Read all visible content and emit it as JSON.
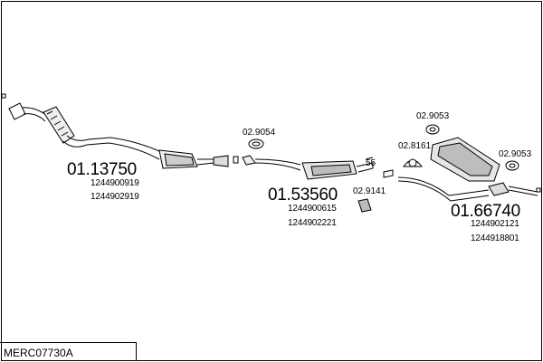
{
  "diagram": {
    "code": "MERC07730A",
    "parts": [
      {
        "main": "01.13750",
        "refs": [
          "1244900919",
          "1244902919"
        ]
      },
      {
        "main": "01.53560",
        "refs": [
          "1244900615",
          "1244902221"
        ]
      },
      {
        "main": "01.66740",
        "refs": [
          "1244902121",
          "1244918801"
        ]
      }
    ],
    "small_parts": [
      "02.9054",
      "02.9053",
      "02.8161",
      "02.9053",
      "02.9141"
    ],
    "tag": "55"
  }
}
